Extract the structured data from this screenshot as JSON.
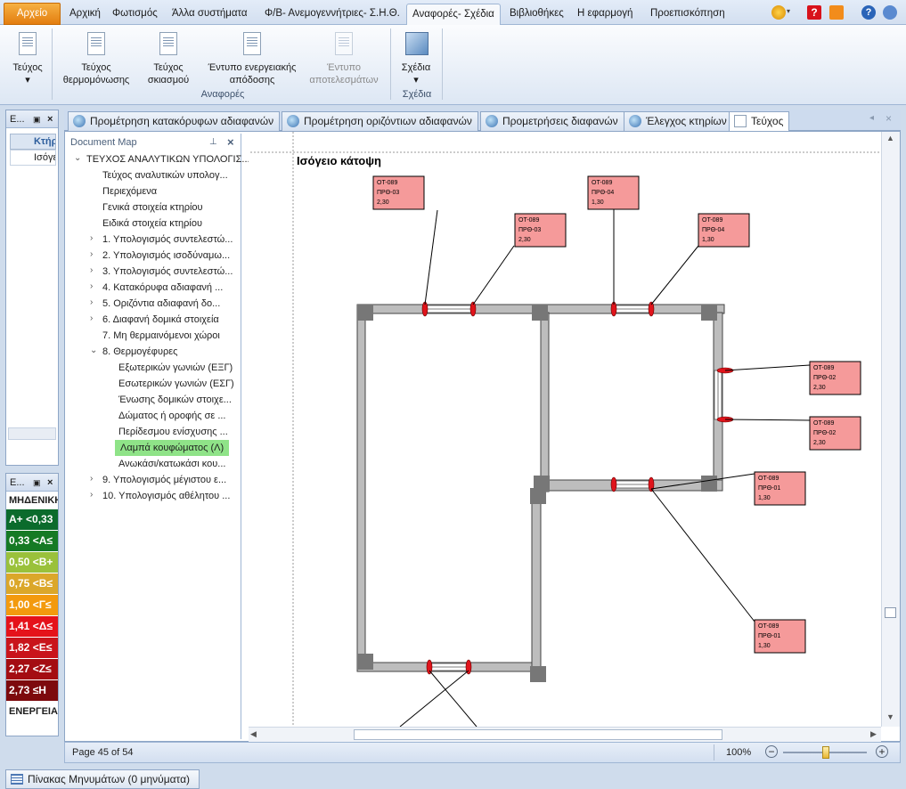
{
  "ribbon_tabs": [
    "Αρχείο",
    "Αρχική",
    "Φωτισμός",
    "Άλλα συστήματα",
    "Φ/Β- Ανεμογεννήτριες- Σ.Η.Θ.",
    "Αναφορές- Σχέδια",
    "Βιβλιοθήκες",
    "Η εφαρμογή",
    "Προεπισκόπηση"
  ],
  "ribbon": {
    "buttons": [
      {
        "l1": "Τεύχος",
        "l2": "▾"
      },
      {
        "l1": "Τεύχος",
        "l2": "θερμομόνωσης"
      },
      {
        "l1": "Τεύχος",
        "l2": "σκιασμού"
      },
      {
        "l1": "Έντυπο ενεργειακής",
        "l2": "απόδοσης"
      },
      {
        "l1": "Έντυπο",
        "l2": "αποτελεσμάτων"
      },
      {
        "l1": "Σχέδια",
        "l2": "▾"
      }
    ],
    "group_reports": "Αναφορές",
    "group_drawings": "Σχέδια"
  },
  "left_pane_top": {
    "title": "E...",
    "col_header": "Κτήρι",
    "row": "Ισόγε"
  },
  "energy_pane": {
    "title": "E...",
    "header": "ΜΗΔΕΝΙΚΗ",
    "rows": [
      {
        "label": "A+ <0,33",
        "color": "#0b6b2c"
      },
      {
        "label": "0,33 <A≤",
        "color": "#157a24"
      },
      {
        "label": "0,50 <B+",
        "color": "#9ac13b"
      },
      {
        "label": "0,75 <B≤",
        "color": "#dba72a"
      },
      {
        "label": "1,00 <Γ≤",
        "color": "#f39a0e"
      },
      {
        "label": "1,41 <Δ≤",
        "color": "#e5121a"
      },
      {
        "label": "1,82 <E≤",
        "color": "#c9141b"
      },
      {
        "label": "2,27 <Z≤",
        "color": "#a40d12"
      },
      {
        "label": "2,73 ≤H",
        "color": "#7d0a0d"
      }
    ],
    "footer": "ΕΝΕΡΓΕΙΑΚ"
  },
  "doc_tabs": [
    "Προμέτρηση κατακόρυφων αδιαφανών",
    "Προμέτρηση οριζόντιων αδιαφανών",
    "Προμετρήσεις διαφανών",
    "Έλεγχος κτηρίων",
    "Τεύχος"
  ],
  "document_map": {
    "title": "Document Map",
    "items": [
      {
        "text": "ΤΕΥΧΟΣ ΑΝΑΛΥΤΙΚΩΝ ΥΠΟΛΟΓΙΣ...",
        "level": 0,
        "chev": "⌄"
      },
      {
        "text": "Τεύχος αναλυτικών υπολογ...",
        "level": 1,
        "chev": ""
      },
      {
        "text": "Περιεχόμενα",
        "level": 1,
        "chev": ""
      },
      {
        "text": "Γενικά στοιχεία κτηρίου",
        "level": 1,
        "chev": ""
      },
      {
        "text": "Ειδικά στοιχεία κτηρίου",
        "level": 1,
        "chev": ""
      },
      {
        "text": "1. Υπολογισμός συντελεστώ...",
        "level": 1,
        "chev": "›"
      },
      {
        "text": "2. Υπολογισμός ισοδύναμω...",
        "level": 1,
        "chev": "›"
      },
      {
        "text": "3. Υπολογισμός συντελεστώ...",
        "level": 1,
        "chev": "›"
      },
      {
        "text": "4. Κατακόρυφα αδιαφανή ...",
        "level": 1,
        "chev": "›"
      },
      {
        "text": "5. Οριζόντια αδιαφανή δο...",
        "level": 1,
        "chev": "›"
      },
      {
        "text": "6. Διαφανή δομικά στοιχεία",
        "level": 1,
        "chev": "›"
      },
      {
        "text": "7. Μη θερμαινόμενοι χώροι",
        "level": 1,
        "chev": ""
      },
      {
        "text": "8. Θερμογέφυρες",
        "level": 1,
        "chev": "⌄"
      },
      {
        "text": "Εξωτερικών γωνιών (ΕΞΓ)",
        "level": 2,
        "chev": ""
      },
      {
        "text": "Εσωτερικών γωνιών (ΕΣΓ)",
        "level": 2,
        "chev": ""
      },
      {
        "text": "Ένωσης δομικών στοιχε...",
        "level": 2,
        "chev": ""
      },
      {
        "text": "Δώματος ή οροφής σε ...",
        "level": 2,
        "chev": ""
      },
      {
        "text": "Περίδεσμου ενίσχυσης ...",
        "level": 2,
        "chev": ""
      },
      {
        "text": "Λαμπά κουφώματος (Λ)",
        "level": 2,
        "chev": "",
        "selected": true
      },
      {
        "text": "Ανωκάσι/κατωκάσι κου...",
        "level": 2,
        "chev": ""
      },
      {
        "text": "9. Υπολογισμός μέγιστου ε...",
        "level": 1,
        "chev": "›"
      },
      {
        "text": "10. Υπολογισμός αθέλητου ...",
        "level": 1,
        "chev": "›"
      }
    ]
  },
  "drawing": {
    "title": "Ισόγειο κάτοψη",
    "labels": [
      {
        "l1": "OT-089",
        "l2": "ΠΡΘ-03",
        "l3": "2,30"
      },
      {
        "l1": "OT-089",
        "l2": "ΠΡΘ-03",
        "l3": "2,30"
      },
      {
        "l1": "OT-089",
        "l2": "ΠΡΘ-04",
        "l3": "1,30"
      },
      {
        "l1": "OT-089",
        "l2": "ΠΡΘ-04",
        "l3": "1,30"
      },
      {
        "l1": "OT-089",
        "l2": "ΠΡΘ-02",
        "l3": "2,30"
      },
      {
        "l1": "OT-089",
        "l2": "ΠΡΘ-02",
        "l3": "2,30"
      },
      {
        "l1": "OT-089",
        "l2": "ΠΡΘ-01",
        "l3": "1,30"
      },
      {
        "l1": "OT-089",
        "l2": "ΠΡΘ-01",
        "l3": "1,30"
      }
    ]
  },
  "status": {
    "page": "Page 45 of 54",
    "zoom": "100%"
  },
  "messages_button": "Πίνακας Μηνυμάτων (0 μηνύματα)",
  "colors": {
    "selected_item": "#8fe388",
    "label_fill": "#f59a9a",
    "marker": "#e0141b"
  }
}
